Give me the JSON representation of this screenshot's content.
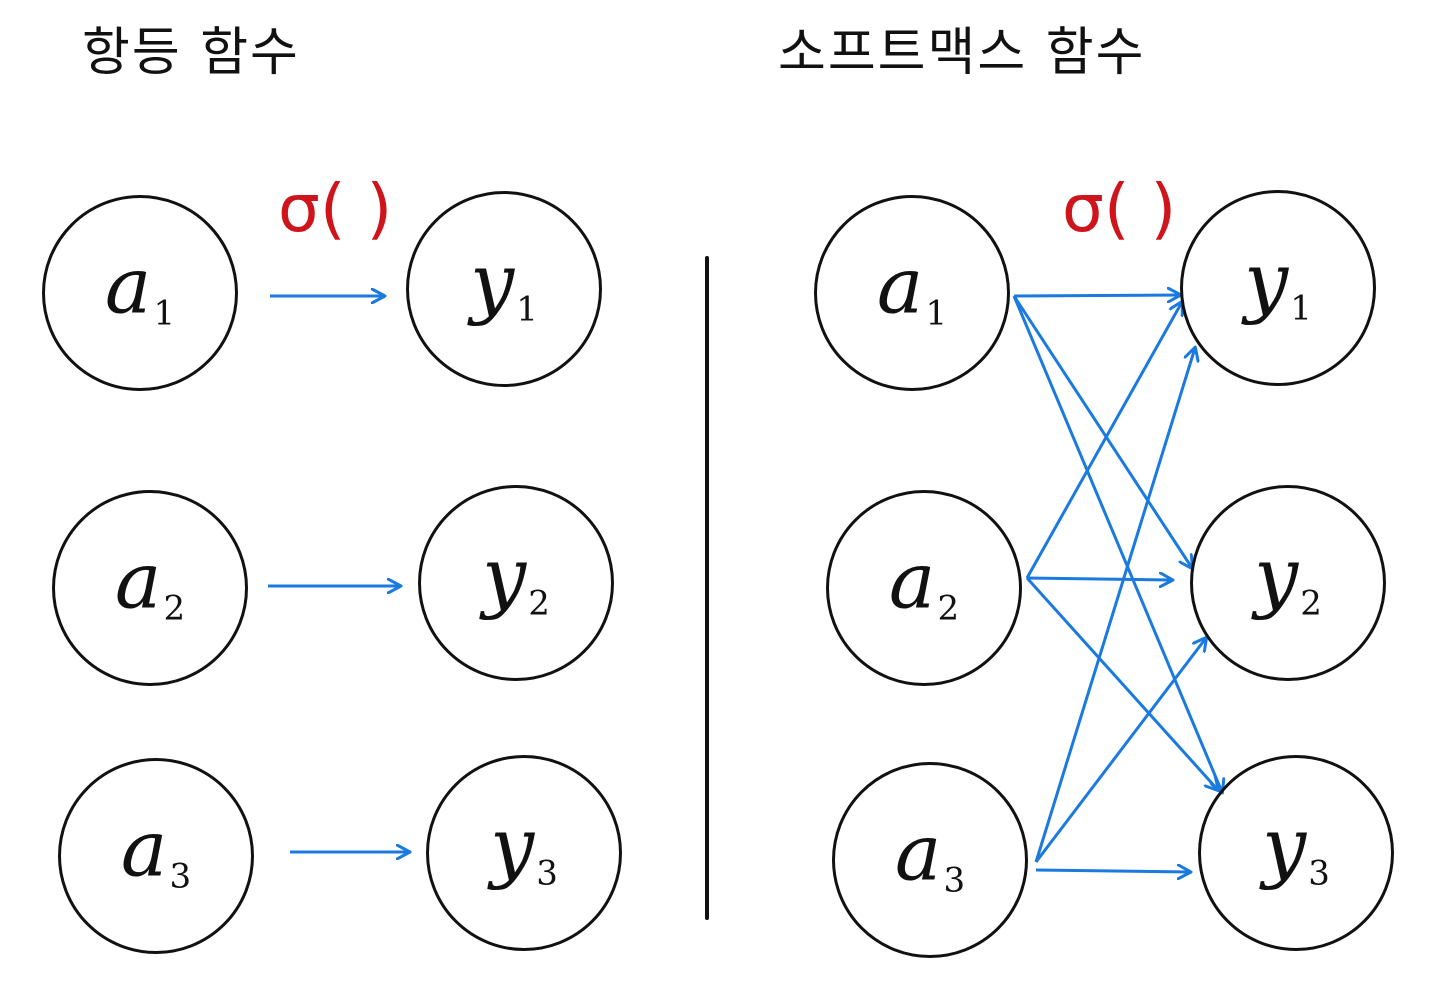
{
  "colors": {
    "ink": "#111111",
    "arrow": "#1a7ae0",
    "function_label": "#d0141b"
  },
  "left_panel": {
    "title": "항등 함수",
    "function_label": "σ( )",
    "inputs": [
      {
        "name": "a",
        "sub": "1"
      },
      {
        "name": "a",
        "sub": "2"
      },
      {
        "name": "a",
        "sub": "3"
      }
    ],
    "outputs": [
      {
        "name": "y",
        "sub": "1"
      },
      {
        "name": "y",
        "sub": "2"
      },
      {
        "name": "y",
        "sub": "3"
      }
    ]
  },
  "right_panel": {
    "title": "소프트맥스 함수",
    "function_label": "σ( )",
    "inputs": [
      {
        "name": "a",
        "sub": "1"
      },
      {
        "name": "a",
        "sub": "2"
      },
      {
        "name": "a",
        "sub": "3"
      }
    ],
    "outputs": [
      {
        "name": "y",
        "sub": "1"
      },
      {
        "name": "y",
        "sub": "2"
      },
      {
        "name": "y",
        "sub": "3"
      }
    ]
  }
}
